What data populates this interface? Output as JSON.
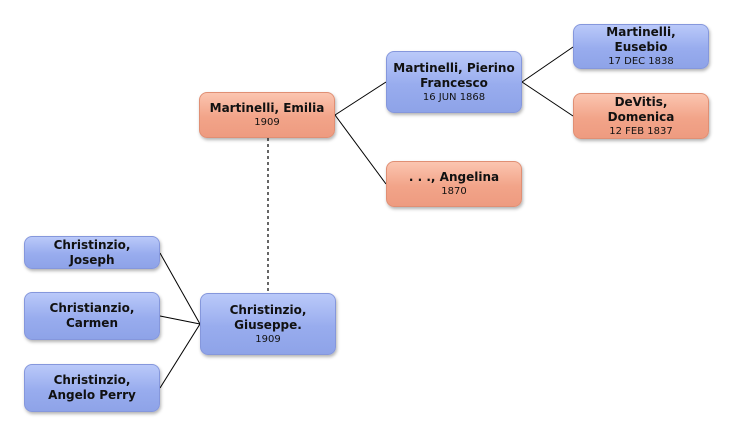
{
  "people": {
    "emilia": {
      "name": "Martinelli, Emilia",
      "date": "1909"
    },
    "pierino": {
      "name": "Martinelli, Pierino Francesco",
      "date": "16 JUN 1868"
    },
    "eusebio": {
      "name": "Martinelli, Eusebio",
      "date": "17 DEC 1838"
    },
    "domenica": {
      "name": "DeVitis, Domenica",
      "date": "12 FEB 1837"
    },
    "angelina": {
      "name": ". . ., Angelina",
      "date": "1870"
    },
    "giuseppe": {
      "name": "Christinzio, Giuseppe.",
      "date": "1909"
    },
    "joseph": {
      "name": "Christinzio, Joseph",
      "date": ""
    },
    "carmen": {
      "name": "Christianzio, Carmen",
      "date": ""
    },
    "angelo": {
      "name": "Christinzio, Angelo Perry",
      "date": ""
    }
  },
  "colors": {
    "male": "#98acee",
    "female": "#f2a489",
    "line": "#000000"
  }
}
